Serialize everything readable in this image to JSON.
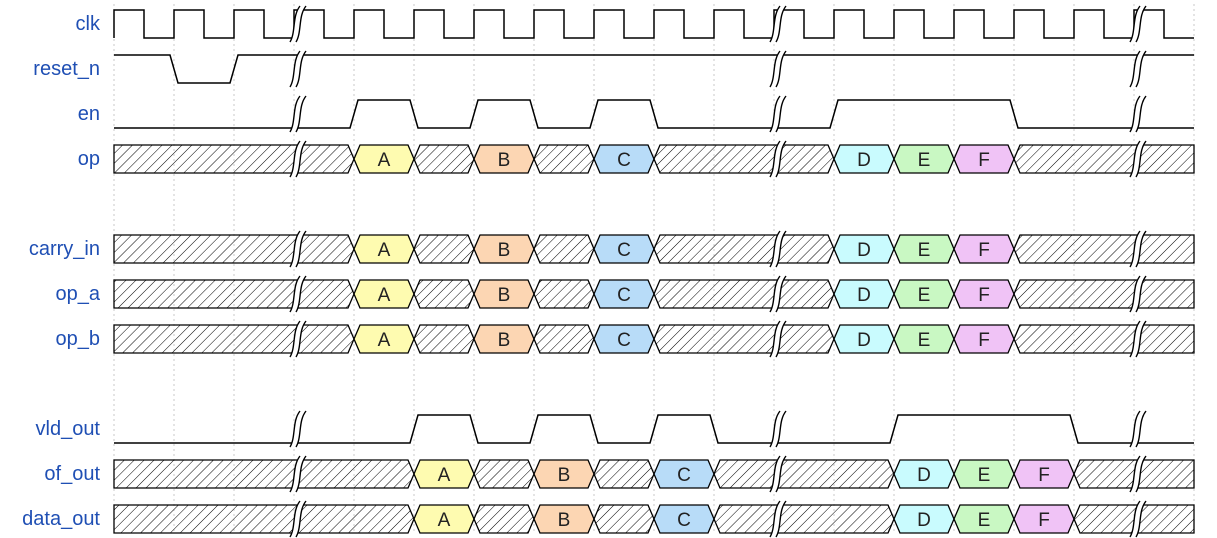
{
  "diagram": {
    "type": "timing-diagram",
    "colors": {
      "label": "#1f4fb4",
      "A": "#fefbb0",
      "B": "#fcd6b3",
      "C": "#b8dcf8",
      "D": "#c9fbfe",
      "E": "#c9f8c3",
      "F": "#f0c3f6"
    },
    "gaps_after_cycle": [
      3,
      11,
      17
    ],
    "signals": [
      {
        "id": "clk",
        "label": "clk",
        "type": "clock"
      },
      {
        "id": "reset_n",
        "label": "reset_n",
        "type": "wire",
        "wave": [
          1,
          0,
          1,
          1,
          1,
          1,
          1,
          1,
          1,
          1,
          1,
          1,
          1,
          1,
          1,
          1,
          1,
          1
        ]
      },
      {
        "id": "en",
        "label": "en",
        "type": "wire",
        "wave": [
          0,
          0,
          0,
          0,
          1,
          0,
          1,
          0,
          1,
          0,
          0,
          0,
          1,
          1,
          1,
          0,
          0,
          0
        ]
      },
      {
        "id": "op",
        "label": "op",
        "type": "bus",
        "cells": [
          [
            "x",
            0,
            4
          ],
          [
            "A",
            4,
            5
          ],
          [
            "x",
            5,
            6
          ],
          [
            "B",
            6,
            7
          ],
          [
            "x",
            7,
            8
          ],
          [
            "C",
            8,
            9
          ],
          [
            "x",
            9,
            12
          ],
          [
            "D",
            12,
            13
          ],
          [
            "E",
            13,
            14
          ],
          [
            "F",
            14,
            15
          ],
          [
            "x",
            15,
            18
          ]
        ]
      },
      {
        "id": "spacer1",
        "type": "spacer"
      },
      {
        "id": "carry_in",
        "label": "carry_in",
        "type": "bus",
        "cells": [
          [
            "x",
            0,
            4
          ],
          [
            "A",
            4,
            5
          ],
          [
            "x",
            5,
            6
          ],
          [
            "B",
            6,
            7
          ],
          [
            "x",
            7,
            8
          ],
          [
            "C",
            8,
            9
          ],
          [
            "x",
            9,
            12
          ],
          [
            "D",
            12,
            13
          ],
          [
            "E",
            13,
            14
          ],
          [
            "F",
            14,
            15
          ],
          [
            "x",
            15,
            18
          ]
        ]
      },
      {
        "id": "op_a",
        "label": "op_a",
        "type": "bus",
        "cells": [
          [
            "x",
            0,
            4
          ],
          [
            "A",
            4,
            5
          ],
          [
            "x",
            5,
            6
          ],
          [
            "B",
            6,
            7
          ],
          [
            "x",
            7,
            8
          ],
          [
            "C",
            8,
            9
          ],
          [
            "x",
            9,
            12
          ],
          [
            "D",
            12,
            13
          ],
          [
            "E",
            13,
            14
          ],
          [
            "F",
            14,
            15
          ],
          [
            "x",
            15,
            18
          ]
        ]
      },
      {
        "id": "op_b",
        "label": "op_b",
        "type": "bus",
        "cells": [
          [
            "x",
            0,
            4
          ],
          [
            "A",
            4,
            5
          ],
          [
            "x",
            5,
            6
          ],
          [
            "B",
            6,
            7
          ],
          [
            "x",
            7,
            8
          ],
          [
            "C",
            8,
            9
          ],
          [
            "x",
            9,
            12
          ],
          [
            "D",
            12,
            13
          ],
          [
            "E",
            13,
            14
          ],
          [
            "F",
            14,
            15
          ],
          [
            "x",
            15,
            18
          ]
        ]
      },
      {
        "id": "spacer2",
        "type": "spacer"
      },
      {
        "id": "vld_out",
        "label": "vld_out",
        "type": "wire",
        "wave": [
          0,
          0,
          0,
          0,
          0,
          1,
          0,
          1,
          0,
          1,
          0,
          0,
          0,
          1,
          1,
          1,
          0,
          0
        ]
      },
      {
        "id": "of_out",
        "label": "of_out",
        "type": "bus",
        "cells": [
          [
            "x",
            0,
            5
          ],
          [
            "A",
            5,
            6
          ],
          [
            "x",
            6,
            7
          ],
          [
            "B",
            7,
            8
          ],
          [
            "x",
            8,
            9
          ],
          [
            "C",
            9,
            10
          ],
          [
            "x",
            10,
            13
          ],
          [
            "D",
            13,
            14
          ],
          [
            "E",
            14,
            15
          ],
          [
            "F",
            15,
            16
          ],
          [
            "x",
            16,
            18
          ]
        ]
      },
      {
        "id": "data_out",
        "label": "data_out",
        "type": "bus",
        "cells": [
          [
            "x",
            0,
            5
          ],
          [
            "A",
            5,
            6
          ],
          [
            "x",
            6,
            7
          ],
          [
            "B",
            7,
            8
          ],
          [
            "x",
            8,
            9
          ],
          [
            "C",
            9,
            10
          ],
          [
            "x",
            10,
            13
          ],
          [
            "D",
            13,
            14
          ],
          [
            "E",
            14,
            15
          ],
          [
            "F",
            15,
            16
          ],
          [
            "x",
            16,
            18
          ]
        ]
      }
    ]
  }
}
